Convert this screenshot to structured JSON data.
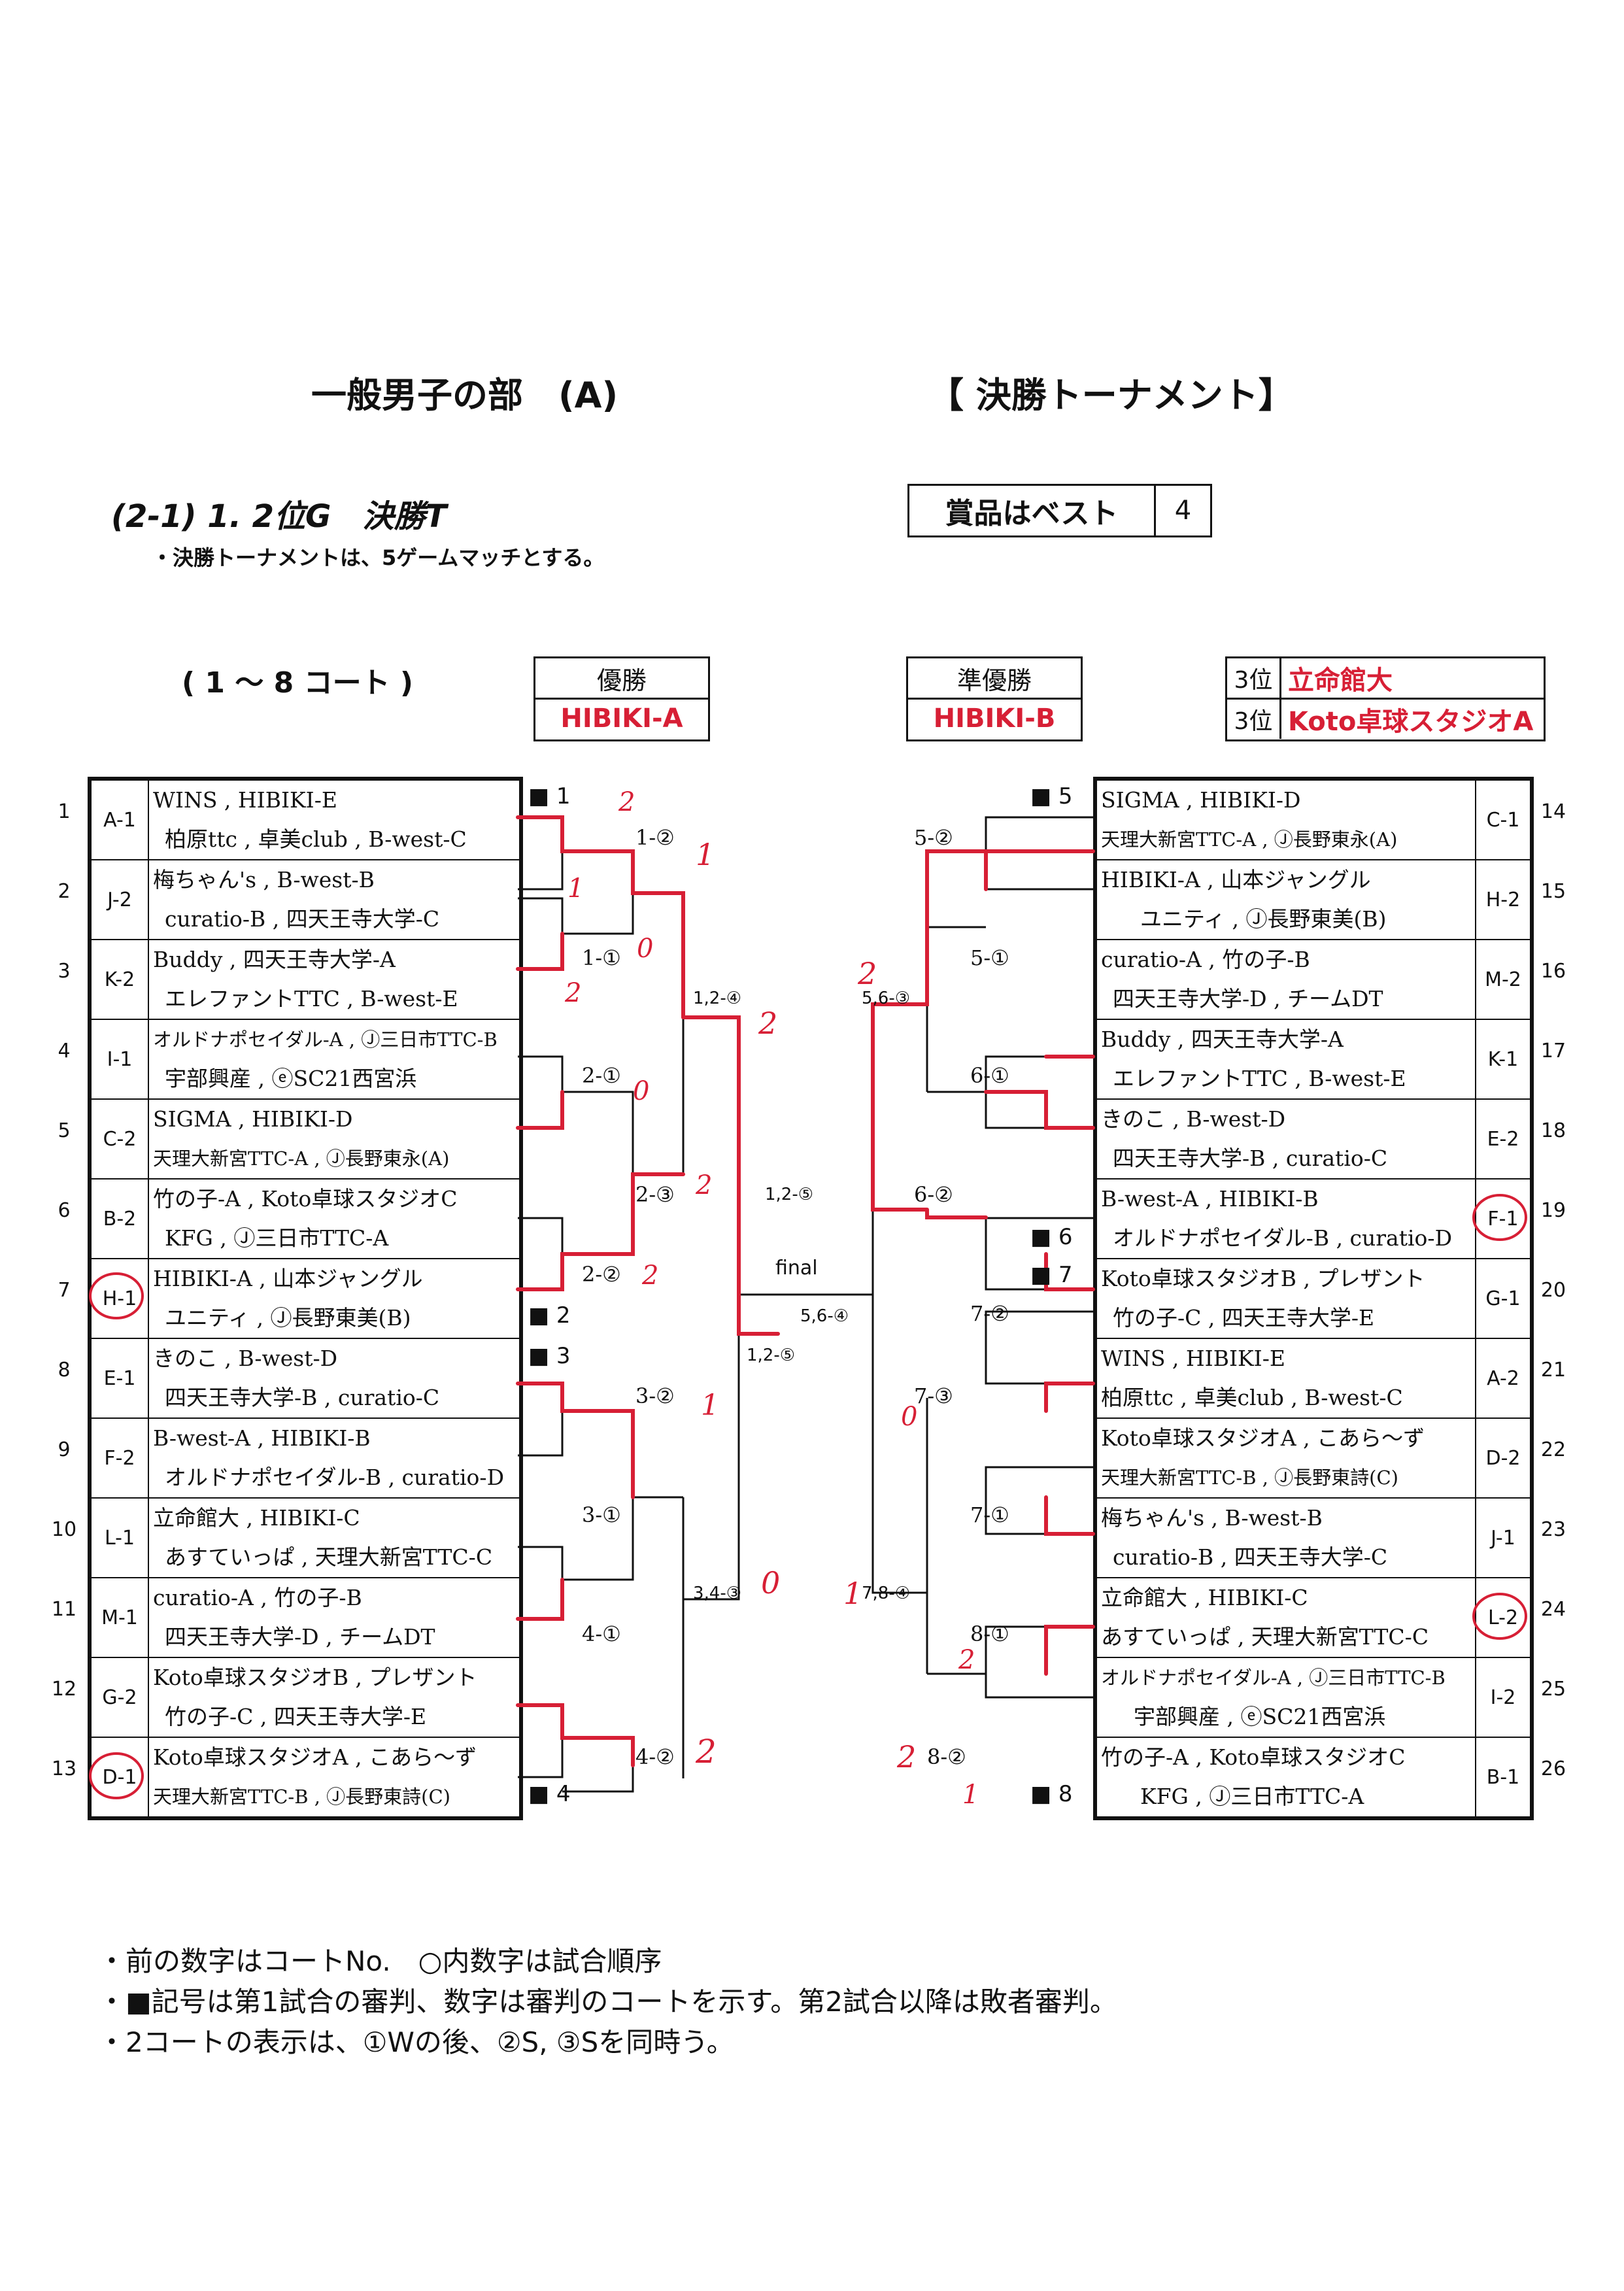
{
  "header": {
    "title": "一般男子の部　(A)",
    "subtitle": "【 決勝トーナメント】",
    "section": "(2-1) 1. 2位G　決勝T",
    "rule_note": "・決勝トーナメントは、5ゲームマッチとする。",
    "court_range": "( 1 ～ 8 コート )"
  },
  "prize": {
    "label": "賞品はベスト",
    "value": "4"
  },
  "results": {
    "champion": {
      "label": "優勝",
      "name": "HIBIKI-A"
    },
    "runner_up": {
      "label": "準優勝",
      "name": "HIBIKI-B"
    },
    "third": [
      {
        "label": "3位",
        "name": "立命館大"
      },
      {
        "label": "3位",
        "name": "Koto卓球スタジオA"
      }
    ]
  },
  "left_entries": [
    {
      "no": "1",
      "code": "A-1",
      "line1": "WINS , HIBIKI-E",
      "line2": "柏原ttc , 卓美club , B-west-C"
    },
    {
      "no": "2",
      "code": "J-2",
      "line1": "梅ちゃん's , B-west-B",
      "line2": "curatio-B , 四天王寺大学-C"
    },
    {
      "no": "3",
      "code": "K-2",
      "line1": "Buddy , 四天王寺大学-A",
      "line2": "エレファントTTC , B-west-E"
    },
    {
      "no": "4",
      "code": "I-1",
      "line1": "オルドナポセイダル-A , Ⓙ三日市TTC-B",
      "line2": "宇部興産 , ⓔSC21西宮浜"
    },
    {
      "no": "5",
      "code": "C-2",
      "line1": "SIGMA , HIBIKI-D",
      "line2": "天理大新宮TTC-A , Ⓙ長野東永(A)"
    },
    {
      "no": "6",
      "code": "B-2",
      "line1": "竹の子-A , Koto卓球スタジオC",
      "line2": "KFG , Ⓙ三日市TTC-A"
    },
    {
      "no": "7",
      "code": "H-1",
      "line1": "HIBIKI-A , 山本ジャングル",
      "line2": "ユニティ , Ⓙ長野東美(B)"
    },
    {
      "no": "8",
      "code": "E-1",
      "line1": "きのこ , B-west-D",
      "line2": "四天王寺大学-B , curatio-C"
    },
    {
      "no": "9",
      "code": "F-2",
      "line1": "B-west-A , HIBIKI-B",
      "line2": "オルドナポセイダル-B , curatio-D"
    },
    {
      "no": "10",
      "code": "L-1",
      "line1": "立命館大 , HIBIKI-C",
      "line2": "あすていっぱ , 天理大新宮TTC-C"
    },
    {
      "no": "11",
      "code": "M-1",
      "line1": "curatio-A , 竹の子-B",
      "line2": "四天王寺大学-D , チームDT"
    },
    {
      "no": "12",
      "code": "G-2",
      "line1": "Koto卓球スタジオB , プレザント",
      "line2": "竹の子-C , 四天王寺大学-E"
    },
    {
      "no": "13",
      "code": "D-1",
      "line1": "Koto卓球スタジオA , こあら～ず",
      "line2": "天理大新宮TTC-B , Ⓙ長野東詩(C)"
    }
  ],
  "right_entries": [
    {
      "no": "14",
      "code": "C-1",
      "line1": "SIGMA , HIBIKI-D",
      "line2": "天理大新宮TTC-A , Ⓙ長野東永(A)"
    },
    {
      "no": "15",
      "code": "H-2",
      "line1": "HIBIKI-A , 山本ジャングル",
      "line2": "ユニティ , Ⓙ長野東美(B)"
    },
    {
      "no": "16",
      "code": "M-2",
      "line1": "curatio-A , 竹の子-B",
      "line2": "四天王寺大学-D , チームDT"
    },
    {
      "no": "17",
      "code": "K-1",
      "line1": "Buddy , 四天王寺大学-A",
      "line2": "エレファントTTC , B-west-E"
    },
    {
      "no": "18",
      "code": "E-2",
      "line1": "きのこ , B-west-D",
      "line2": "四天王寺大学-B , curatio-C"
    },
    {
      "no": "19",
      "code": "F-1",
      "line1": "B-west-A , HIBIKI-B",
      "line2": "オルドナポセイダル-B , curatio-D"
    },
    {
      "no": "20",
      "code": "G-1",
      "line1": "Koto卓球スタジオB , プレザント",
      "line2": "竹の子-C , 四天王寺大学-E"
    },
    {
      "no": "21",
      "code": "A-2",
      "line1": "WINS , HIBIKI-E",
      "line2": "柏原ttc , 卓美club , B-west-C"
    },
    {
      "no": "22",
      "code": "D-2",
      "line1": "Koto卓球スタジオA , こあら～ず",
      "line2": "天理大新宮TTC-B , Ⓙ長野東詩(C)"
    },
    {
      "no": "23",
      "code": "J-1",
      "line1": "梅ちゃん's , B-west-B",
      "line2": "curatio-B , 四天王寺大学-C"
    },
    {
      "no": "24",
      "code": "L-2",
      "line1": "立命館大 , HIBIKI-C",
      "line2": "あすていっぱ , 天理大新宮TTC-C"
    },
    {
      "no": "25",
      "code": "I-2",
      "line1": "オルドナポセイダル-A , Ⓙ三日市TTC-B",
      "line2": "宇部興産 , ⓔSC21西宮浜"
    },
    {
      "no": "26",
      "code": "B-1",
      "line1": "竹の子-A , Koto卓球スタジオC",
      "line2": "KFG , Ⓙ三日市TTC-A"
    }
  ],
  "referees": {
    "l1": "■ 1",
    "l2": "■ 2",
    "l3": "■ 3",
    "l4": "■ 4",
    "r5": "■ 5",
    "r6": "■ 6",
    "r7": "■ 7",
    "r8": "■ 8"
  },
  "match_labels": {
    "m1_2": "1-②",
    "m1_1": "1-①",
    "m2_1": "2-①",
    "m2_3": "2-③",
    "m2_2": "2-②",
    "m3_2": "3-②",
    "m3_1": "3-①",
    "m4_1": "4-①",
    "m4_2": "4-②",
    "m5_2": "5-②",
    "m5_1": "5-①",
    "m6_1": "6-①",
    "m6_2": "6-②",
    "m7_2": "7-②",
    "m7_3": "7-③",
    "m7_1": "7-①",
    "m8_1": "8-①",
    "m8_2": "8-②",
    "semi_l_top": "1,2-④",
    "semi_l_bot": "3,4-③",
    "semi_r_top": "5,6-③",
    "semi_r_bot": "7,8-④",
    "final_top": "1,2-⑤",
    "final_word": "final",
    "final_right": "5,6-④",
    "final_left": "1,2-⑤"
  },
  "handwritten_scores": {
    "s1": "2",
    "s2": "1",
    "s3": "1",
    "s4": "0",
    "s5": "2",
    "s6": "2",
    "s7": "0",
    "s8": "2",
    "s9": "2",
    "s10": "1",
    "s11": "0",
    "s12": "2",
    "s13": "2",
    "s14": "1",
    "s15": "0",
    "s16": "2",
    "s17": "2",
    "s18": "1"
  },
  "notes": [
    "・前の数字はコートNo.　○内数字は試合順序",
    "・■記号は第1試合の審判、数字は審判のコートを示す。第2試合以降は敗者審判。",
    "・2コートの表示は、①Wの後、②S, ③Sを同時う。"
  ],
  "colors": {
    "ink": "#111111",
    "red": "#d71f35"
  }
}
